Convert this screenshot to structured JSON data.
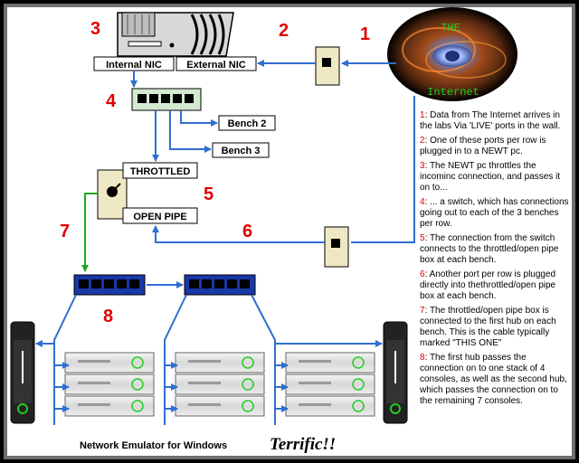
{
  "callouts": [
    "1",
    "2",
    "3",
    "4",
    "5",
    "6",
    "7",
    "8"
  ],
  "labels": {
    "internal_nic": "Internal NIC",
    "external_nic": "External NIC",
    "bench2": "Bench 2",
    "bench3": "Bench 3",
    "throttled": "THROTTLED",
    "open_pipe": "OPEN PIPE",
    "internet_top": "THE",
    "internet_bottom": "Internet",
    "footer": "Network Emulator for Windows",
    "terrific": "Terrific!!"
  },
  "notes": [
    {
      "num": "1",
      "text": ": Data from The Internet arrives in the labs Via 'LIVE' ports in the wall."
    },
    {
      "num": "2",
      "text": ": One of these ports per row is plugged in to a NEWT pc."
    },
    {
      "num": "3",
      "text": ": The NEWT pc throttles the incominc connection, and passes it on to..."
    },
    {
      "num": "4",
      "text": ": ... a switch, which has connections going out to each of the 3 benches per row."
    },
    {
      "num": "5",
      "text": ": The connection from the switch connects to the throttled/open pipe box at each bench."
    },
    {
      "num": "6",
      "text": ": Another port per row is plugged directly into thethrottled/open pipe box at each bench."
    },
    {
      "num": "7",
      "text": ": The throttled/open pipe box is connected to the first hub on each bench.  This is the cable typically marked \"THIS ONE\""
    },
    {
      "num": "8",
      "text": ": The first hub passes the connection on to one stack of 4 consoles, as well as the second hub, which passes the connection on to the remaining 7 consoles."
    }
  ],
  "colors": {
    "background": "#000000",
    "frame": "#6f6f6f",
    "panel": "#ffffff",
    "cable": "#2f6fd0",
    "green_cable": "#22a822",
    "callout": "#e00000",
    "hub": "#1838a8",
    "internet_text": "#22cc22"
  },
  "icons": [
    "pc-tower-icon",
    "wall-port-icon",
    "network-switch-icon",
    "throttle-box-icon",
    "hub-icon",
    "console-icon",
    "internet-cloud-icon"
  ]
}
